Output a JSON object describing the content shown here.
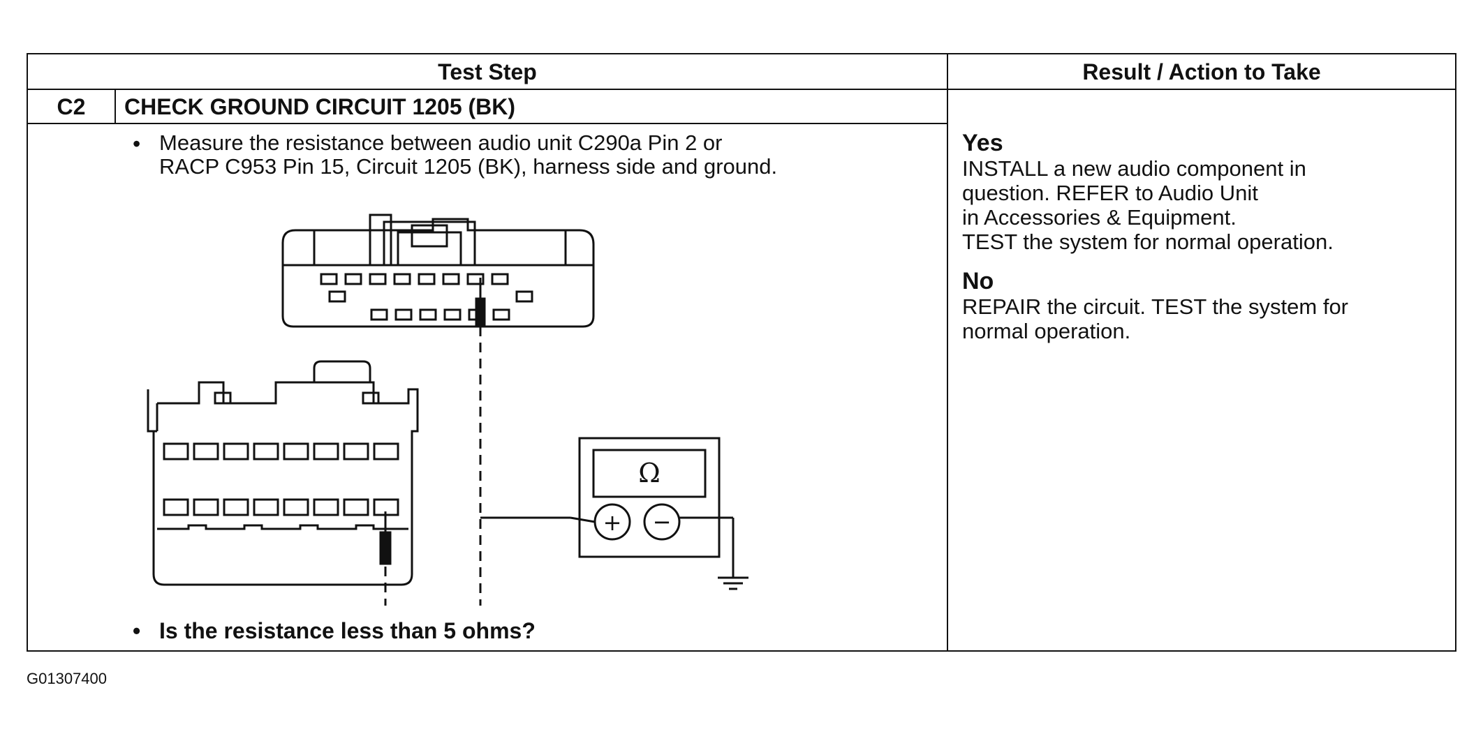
{
  "table": {
    "header_left": "Test Step",
    "header_right": "Result / Action to Take",
    "step_id": "C2",
    "step_title": "CHECK GROUND CIRCUIT 1205 (BK)",
    "bullet": "•",
    "instruction_lines": [
      "Measure the resistance between audio unit C290a Pin 2 or",
      "RACP C953 Pin 15, Circuit 1205 (BK), harness side and ground."
    ],
    "question": "Is the resistance less than 5 ohms?"
  },
  "results": {
    "yes_label": "Yes",
    "yes_lines": [
      "INSTALL a new audio component in",
      "question. REFER to Audio Unit",
      "in Accessories & Equipment.",
      "TEST the system for normal operation."
    ],
    "no_label": "No",
    "no_lines": [
      "REPAIR the circuit. TEST the system for",
      "normal operation."
    ]
  },
  "diagram": {
    "meter_symbol": "Ω",
    "plus_symbol": "+",
    "minus_symbol": "−",
    "icons": [
      "connector-upper",
      "connector-lower",
      "probe",
      "ohmmeter",
      "ground-symbol"
    ]
  },
  "figure_id": "G01307400"
}
